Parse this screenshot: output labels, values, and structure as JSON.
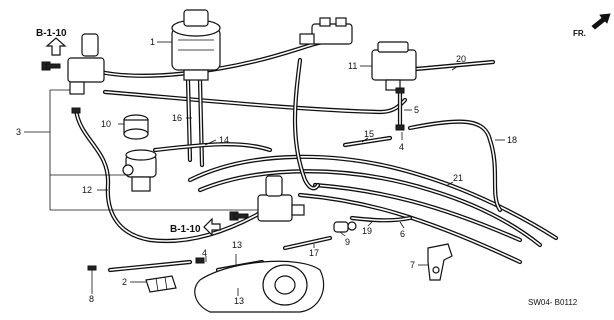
{
  "callouts": [
    "1",
    "2",
    "3",
    "4",
    "5",
    "6",
    "7",
    "8",
    "9",
    "10",
    "11",
    "12",
    "13",
    "14",
    "15",
    "16",
    "17",
    "18",
    "19",
    "20",
    "21"
  ],
  "references": {
    "top_left": "B-1-10",
    "middle": "B-1-10"
  },
  "direction_label": "FR.",
  "diagram_code": "SW04- B0112"
}
